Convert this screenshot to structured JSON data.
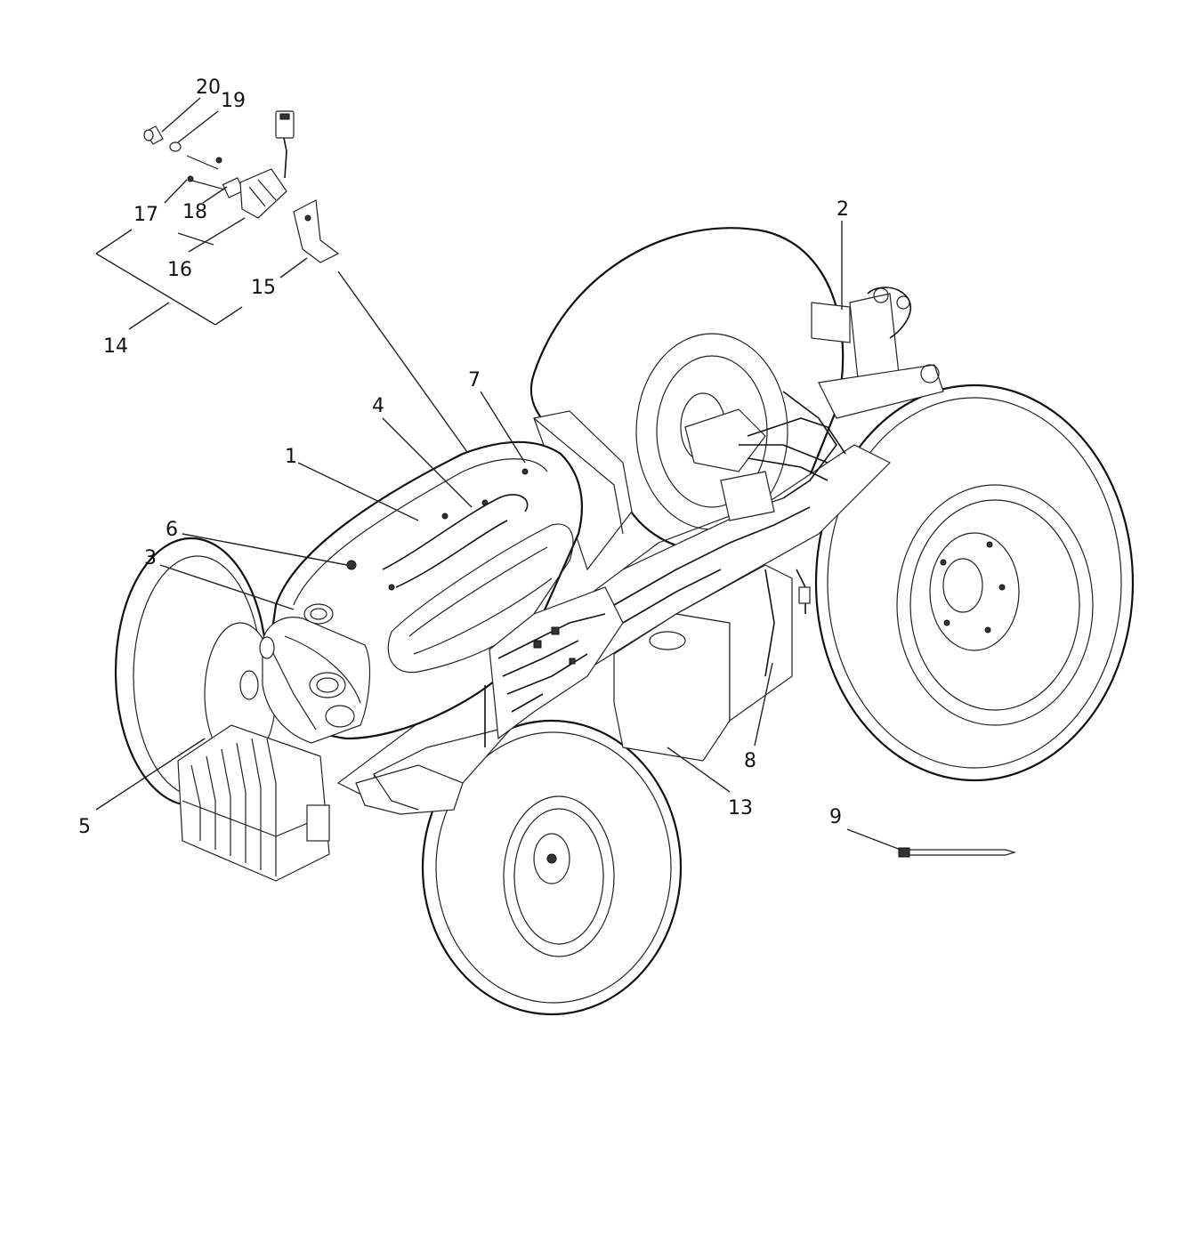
{
  "diagram": {
    "callouts": [
      {
        "id": "1",
        "label": "1"
      },
      {
        "id": "2",
        "label": "2"
      },
      {
        "id": "3",
        "label": "3"
      },
      {
        "id": "4",
        "label": "4"
      },
      {
        "id": "5",
        "label": "5"
      },
      {
        "id": "6",
        "label": "6"
      },
      {
        "id": "7",
        "label": "7"
      },
      {
        "id": "8",
        "label": "8"
      },
      {
        "id": "9",
        "label": "9"
      },
      {
        "id": "13",
        "label": "13"
      },
      {
        "id": "14",
        "label": "14"
      },
      {
        "id": "15",
        "label": "15"
      },
      {
        "id": "16",
        "label": "16"
      },
      {
        "id": "17",
        "label": "17"
      },
      {
        "id": "18",
        "label": "18"
      },
      {
        "id": "19",
        "label": "19"
      },
      {
        "id": "20",
        "label": "20"
      }
    ]
  }
}
